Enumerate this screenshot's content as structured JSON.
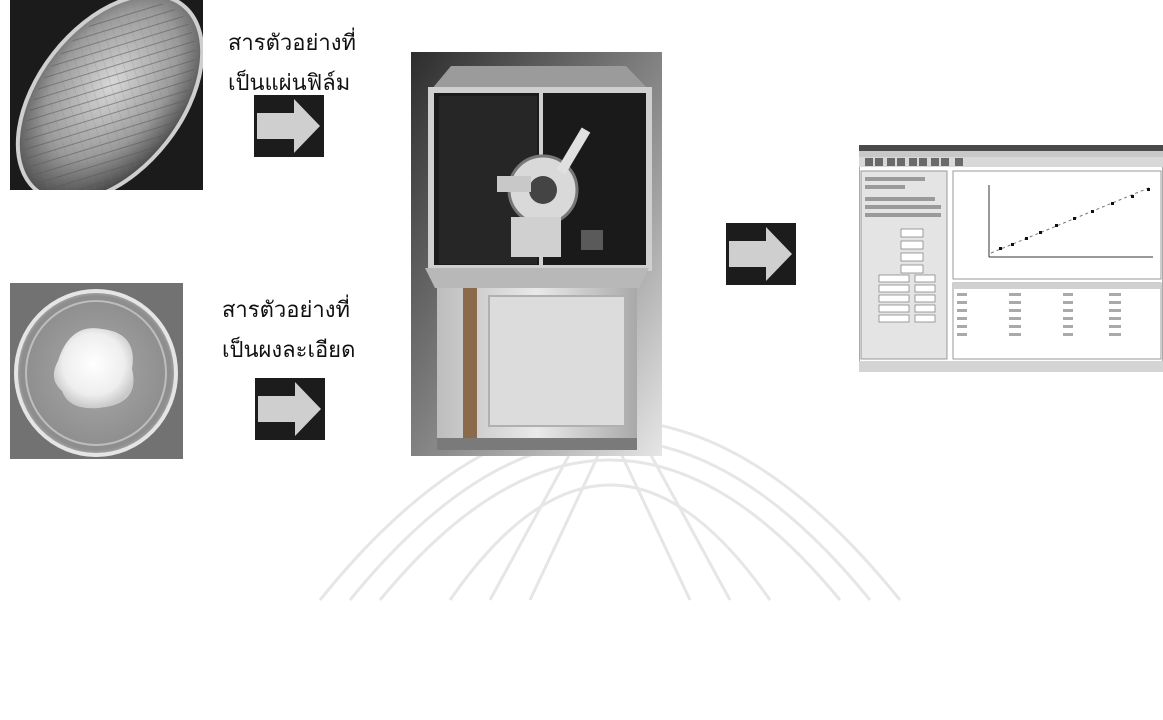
{
  "samples": {
    "film_label_line1": "สารตัวอย่างที่",
    "film_label_line2": "เป็นแผ่นฟิล์ม",
    "powder_label_line1": "สารตัวอย่างที่",
    "powder_label_line2": "เป็นผงละเอียด"
  },
  "icons": {
    "arrow": "arrow-right-icon"
  },
  "colors": {
    "arrow_fill": "#cfcfcf",
    "arrow_bg": "#1c1c1c"
  }
}
